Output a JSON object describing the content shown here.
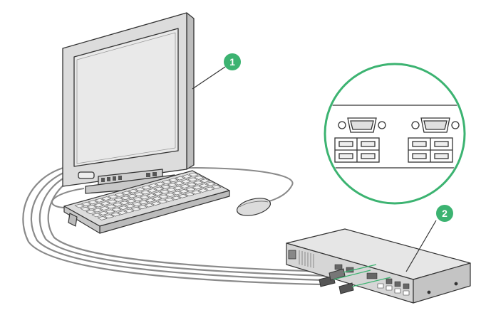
{
  "callouts": [
    {
      "id": "callout-1",
      "number": "1",
      "refers_to": "monitor"
    },
    {
      "id": "callout-2",
      "number": "2",
      "refers_to": "kvm-switch"
    }
  ],
  "colors": {
    "accent": "#3cb371",
    "line": "#333333",
    "device_fill": "#dcdcdc",
    "device_dark": "#bfbfbf",
    "screen": "#e8e8e8",
    "switch_fill": "#e6e6e6"
  },
  "icons": [
    "monitor-icon",
    "keyboard-icon",
    "mouse-icon",
    "kvm-switch-icon",
    "port-detail-icon"
  ]
}
